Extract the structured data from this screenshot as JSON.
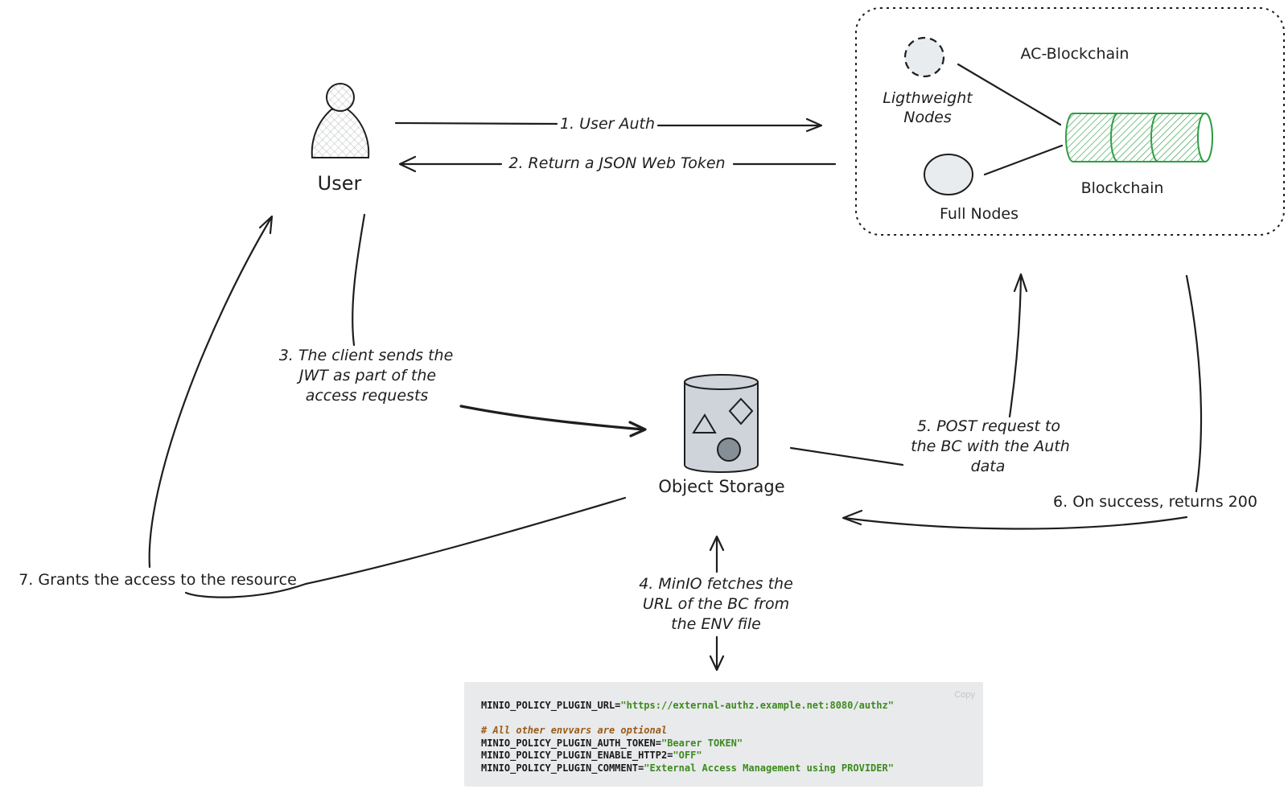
{
  "nodes": {
    "user": "User",
    "object_storage": "Object Storage",
    "ac_blockchain": "AC-Blockchain",
    "lightweight_nodes_line1": "Ligthweight",
    "lightweight_nodes_line2": "Nodes",
    "full_nodes": "Full Nodes",
    "blockchain": "Blockchain"
  },
  "steps": {
    "s1": "1. User Auth",
    "s2": "2. Return a JSON Web Token",
    "s3": [
      "3. The client sends the",
      "JWT as part of the",
      "access requests"
    ],
    "s4": [
      "4. MinIO fetches the",
      "URL of the BC from",
      "the ENV file"
    ],
    "s5": [
      "5. POST request to",
      "the BC with the Auth",
      "data"
    ],
    "s6": "6. On success, returns 200",
    "s7": "7. Grants the access to the resource"
  },
  "code": {
    "copy_label": "Copy",
    "line1_key": "MINIO_POLICY_PLUGIN_URL=",
    "line1_val": "\"https://external-authz.example.net:8080/authz\"",
    "comment": "# All other envvars are optional",
    "line2_key": "MINIO_POLICY_PLUGIN_AUTH_TOKEN=",
    "line2_val": "\"Bearer TOKEN\"",
    "line3_key": "MINIO_POLICY_PLUGIN_ENABLE_HTTP2=",
    "line3_val": "\"OFF\"",
    "line4_key": "MINIO_POLICY_PLUGIN_COMMENT=",
    "line4_val": "\"External Access Management using PROVIDER\""
  },
  "colors": {
    "ink": "#1e1e1e",
    "blockchain_green": "#2f9e44",
    "blockchain_fill": "#b2f2bb",
    "node_fill": "#e9ecef",
    "storage_fill": "#ced4da",
    "code_bg": "#e9eaec",
    "code_string": "#3d8a1f",
    "code_comment": "#9a5b16"
  }
}
